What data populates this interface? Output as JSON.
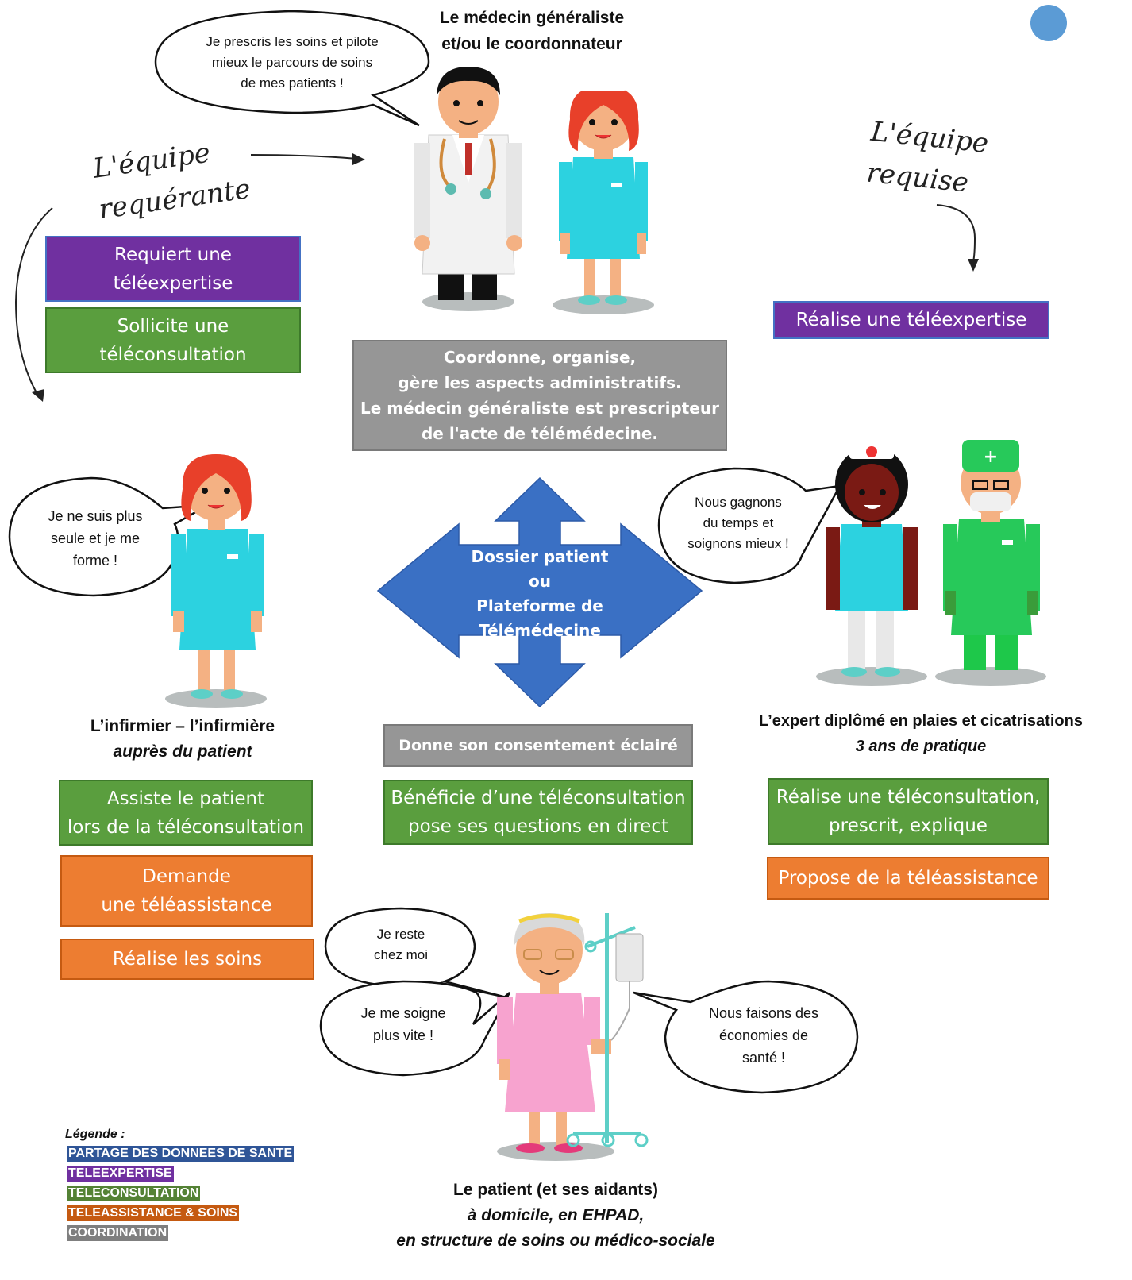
{
  "header": {
    "doctor_title": "Le médecin généraliste\net/ou le coordonnateur"
  },
  "bubbles": {
    "doctor": "Je prescris les soins et pilote\nmieux le parcours de soins\nde mes patients !",
    "nurse": "Je ne suis plus\nseule et je me\nforme !",
    "expert": "Nous gagnons\ndu temps et\nsoignons mieux !",
    "patient_home": "Je reste\nchez moi",
    "patient_faster": "Je me soigne\nplus vite !",
    "patient_savings": "Nous faisons des\néconomies de\nsanté !"
  },
  "handwriting": {
    "requesting_team": "L'équipe\nrequérante",
    "required_team": "L'équipe\nrequise"
  },
  "requesting": {
    "teleexpertise": "Requiert une\ntéléexpertise",
    "teleconsultation": "Sollicite une\ntéléconsultation"
  },
  "required": {
    "teleexpertise": "Réalise une téléexpertise"
  },
  "coordination": {
    "text": "Coordonne, organise,\ngère les aspects administratifs.\nLe médecin généraliste est prescripteur\nde l'acte de télémédecine."
  },
  "center": {
    "text": "Dossier patient\nou\nPlateforme de\nTélémédecine"
  },
  "nurse_section": {
    "title_line1": "L’infirmier – l’infirmière",
    "title_line2": "auprès du patient",
    "teleconsultation": "Assiste le patient\nlors de la téléconsultation",
    "teleassistance": "Demande\nune téléassistance",
    "care": "Réalise les soins"
  },
  "patient_section": {
    "consent": "Donne son consentement éclairé",
    "teleconsultation": "Bénéficie d’une téléconsultation\npose ses questions en direct",
    "title_line1": "Le patient (et ses aidants)",
    "title_line2": "à domicile, en EHPAD,",
    "title_line3": "en structure de soins ou médico-sociale"
  },
  "expert_section": {
    "title_line1": "L’expert diplômé en plaies et cicatrisations",
    "title_line2": "3 ans de pratique",
    "teleconsultation": "Réalise une téléconsultation,\nprescrit, explique",
    "teleassistance": "Propose de la téléassistance"
  },
  "legend": {
    "title": "Légende :",
    "items": [
      {
        "label": "PARTAGE DES DONNEES DE SANTE",
        "color": "#2f5597"
      },
      {
        "label": "TELEEXPERTISE",
        "color": "#7030a0"
      },
      {
        "label": "TELECONSULTATION",
        "color": "#548235"
      },
      {
        "label": "TELEASSISTANCE & SOINS",
        "color": "#c55a11"
      },
      {
        "label": "COORDINATION",
        "color": "#7f7f7f"
      }
    ]
  },
  "colors": {
    "teleexpertise": "#7030a0",
    "teleconsultation": "#5a9e3e",
    "teleassistance": "#ed7d31",
    "coordination": "#969696",
    "data_sharing": "#4472c4"
  }
}
